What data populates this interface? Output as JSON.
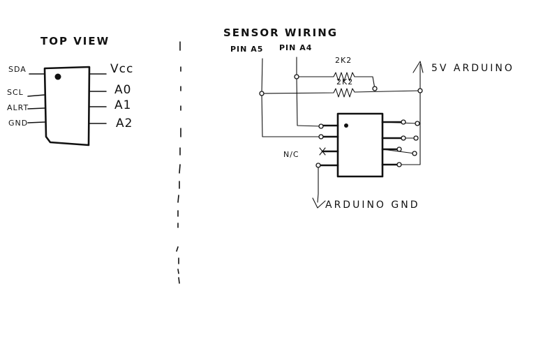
{
  "left_panel": {
    "title": "TOP VIEW",
    "pins_left": [
      "SDA",
      "SCL",
      "ALRT",
      "GND"
    ],
    "pins_right": [
      "Vcc",
      "A0",
      "A1",
      "A2"
    ]
  },
  "right_panel": {
    "title": "SENSOR WIRING",
    "pin_a5": "PIN A5",
    "pin_a4": "PIN A4",
    "resistor_top": "2K2",
    "resistor_bottom": "2K2",
    "supply_label": "5V ARDUINO",
    "ground_label": "ARDUINO GND",
    "nc_label": "N/C"
  }
}
